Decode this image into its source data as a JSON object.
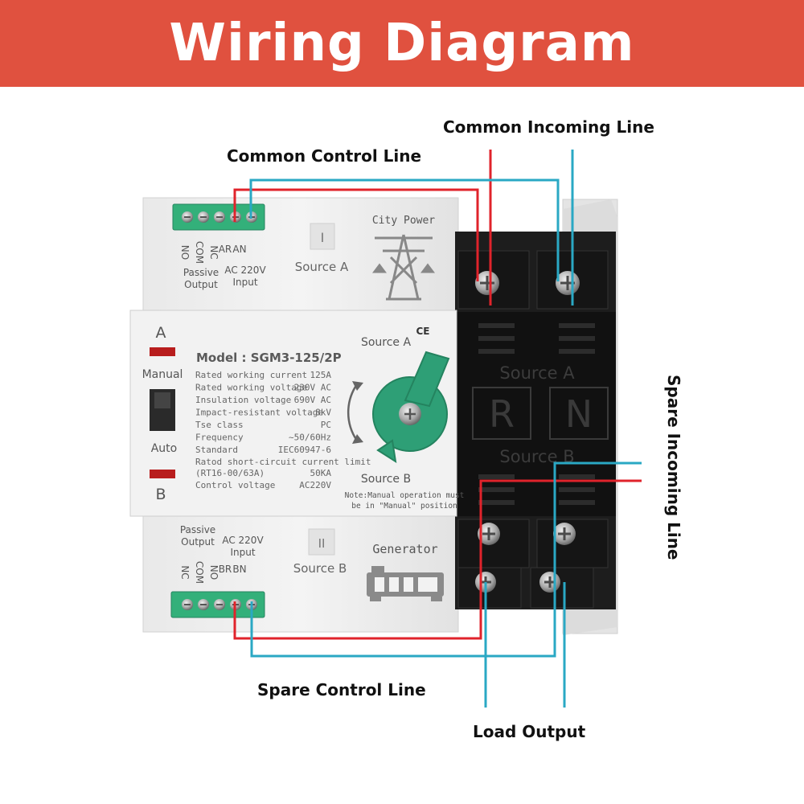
{
  "title": "Wiring Diagram",
  "callouts": {
    "common_incoming": "Common Incoming Line",
    "common_control": "Common Control Line",
    "spare_incoming": "Spare Incoming Line",
    "spare_control": "Spare Control Line",
    "load_output": "Load Output"
  },
  "top_module": {
    "terminal_labels": [
      "NO",
      "COM",
      "NC",
      "AR",
      "AN"
    ],
    "passive_output": "Passive\nOutput",
    "passive_line1": "Passive",
    "passive_line2": "Output",
    "input_line1": "AC 220V",
    "input_line2": "Input",
    "roman": "I",
    "source": "Source A",
    "power_label": "City Power"
  },
  "bottom_module": {
    "terminal_labels": [
      "NC",
      "COM",
      "NO",
      "BR",
      "BN"
    ],
    "passive_line1": "Passive",
    "passive_line2": "Output",
    "input_line1": "AC 220V",
    "input_line2": "Input",
    "roman": "II",
    "source": "Source B",
    "power_label": "Generator"
  },
  "front_panel": {
    "mark_a": "A",
    "mark_b": "B",
    "manual": "Manual",
    "auto": "Auto",
    "ce": "CE",
    "model": "Model : SGM3-125/2P",
    "specs": [
      {
        "k": "Rated working current",
        "v": "125A"
      },
      {
        "k": "Rated working voltage",
        "v": "230V AC"
      },
      {
        "k": "Insulation voltage",
        "v": "690V AC"
      },
      {
        "k": "Impact-resistant voltage",
        "v": "8kV"
      },
      {
        "k": "Tse class",
        "v": "PC"
      },
      {
        "k": "Frequency",
        "v": "~50/60Hz"
      },
      {
        "k": "Standard",
        "v": "IEC60947-6"
      }
    ],
    "short_circuit_line1": "Ratod short-circuit current limit",
    "short_circuit_line2": "(RT16-00/63A)",
    "short_circuit_value": "50KA",
    "control_voltage_k": "Control voltage",
    "control_voltage_v": "AC220V",
    "source_a": "Source A",
    "source_b": "Source B",
    "note_line1": "Note:Manual operation must",
    "note_line2": "be in \"Manual\" position"
  },
  "black_block": {
    "source_a": "Source A",
    "source_b": "Source B",
    "letter_r": "R",
    "letter_n": "N"
  },
  "colors": {
    "banner": "#e0513f",
    "red_wire": "#e0232b",
    "cyan_wire": "#2aa8c4",
    "terminal_green": "#33b07a",
    "knob_green": "#2e9f76"
  }
}
